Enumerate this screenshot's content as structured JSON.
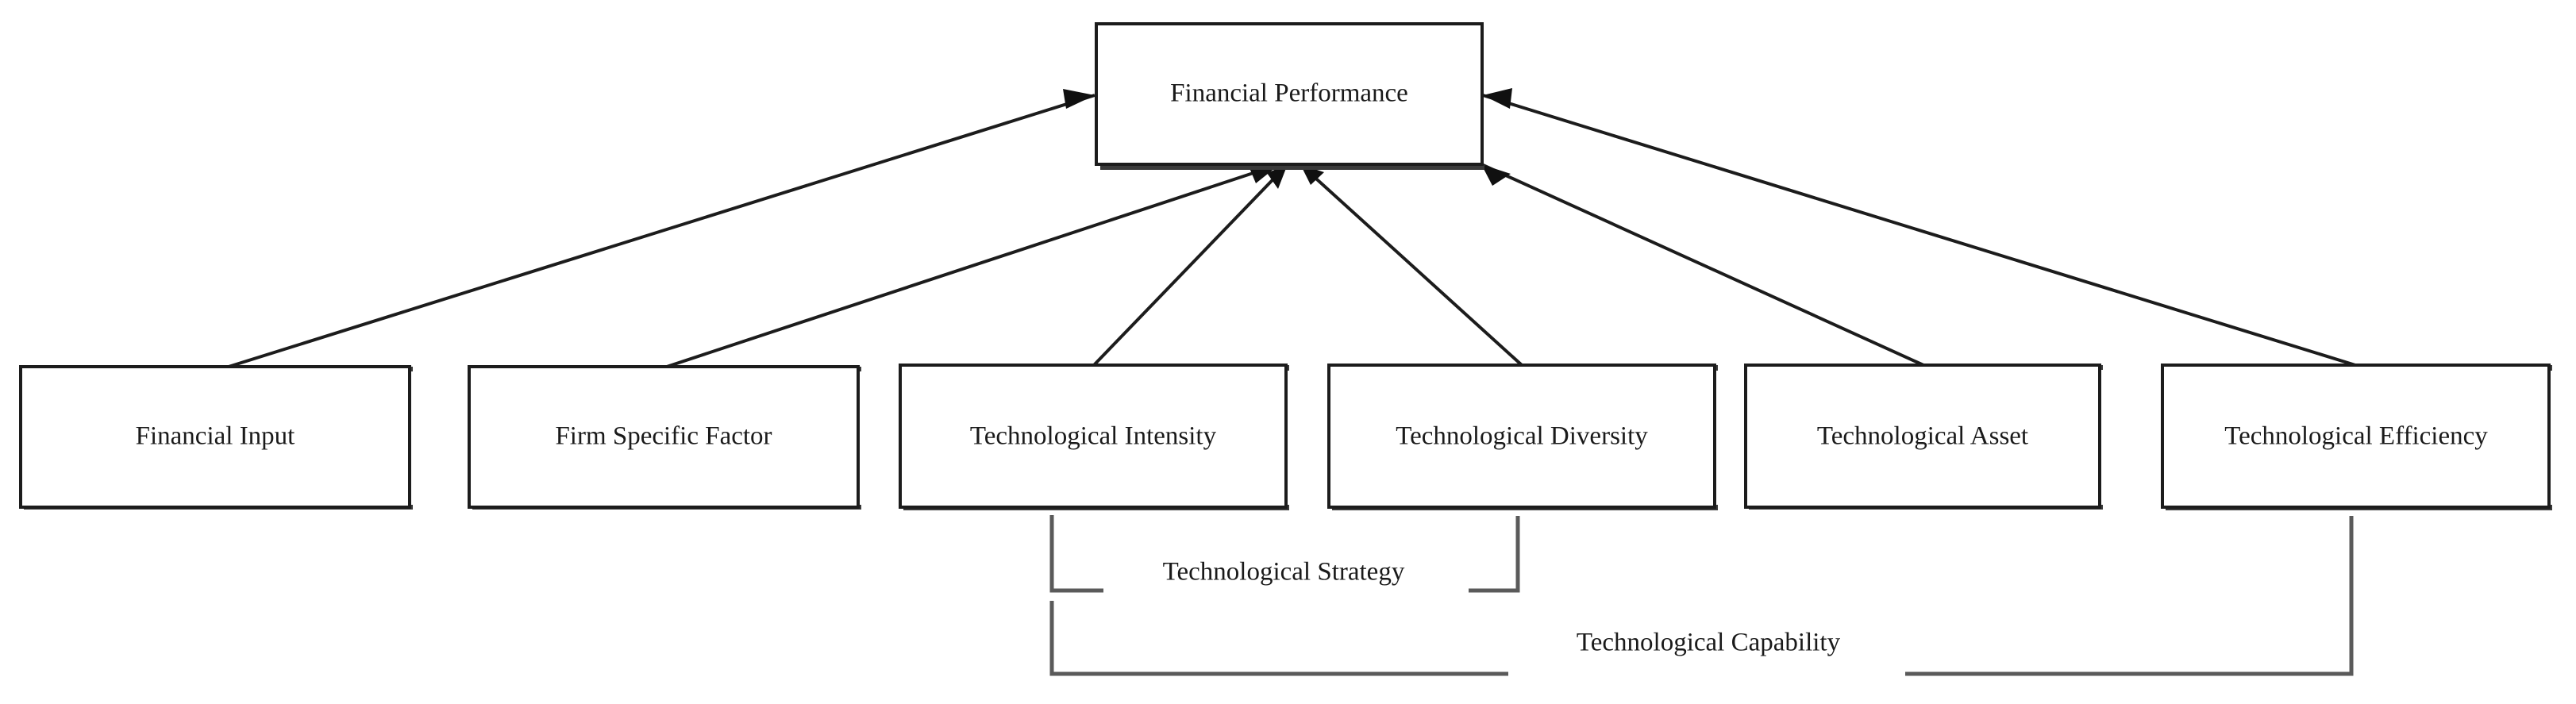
{
  "diagram": {
    "type": "conceptual-framework",
    "background_color": "#ffffff",
    "line_color": "#1c1c1c",
    "bracket_color": "#5a5a5a",
    "text_color": "#1a1a1a",
    "outcome": {
      "label": "Financial Performance"
    },
    "antecedents": [
      {
        "id": "financial-input",
        "label": "Financial Input"
      },
      {
        "id": "firm-specific-factor",
        "label": "Firm Specific Factor"
      },
      {
        "id": "technological-intensity",
        "label": "Technological Intensity"
      },
      {
        "id": "technological-diversity",
        "label": "Technological Diversity"
      },
      {
        "id": "technological-asset",
        "label": "Technological Asset"
      },
      {
        "id": "technological-efficiency",
        "label": "Technological Efficiency"
      }
    ],
    "groupings": [
      {
        "id": "technological-strategy",
        "label": "Technological Strategy",
        "members": [
          "Technological Intensity",
          "Technological Diversity"
        ]
      },
      {
        "id": "technological-capability",
        "label": "Technological Capability",
        "members": [
          "Technological Intensity",
          "Technological Diversity",
          "Technological Asset",
          "Technological Efficiency"
        ]
      }
    ],
    "relations": [
      {
        "from": "Financial Input",
        "to": "Financial Performance",
        "arrow": "to"
      },
      {
        "from": "Firm Specific Factor",
        "to": "Financial Performance",
        "arrow": "to"
      },
      {
        "from": "Technological Intensity",
        "to": "Financial Performance",
        "arrow": "to"
      },
      {
        "from": "Technological Diversity",
        "to": "Financial Performance",
        "arrow": "to"
      },
      {
        "from": "Technological Asset",
        "to": "Financial Performance",
        "arrow": "to"
      },
      {
        "from": "Technological Efficiency",
        "to": "Financial Performance",
        "arrow": "to"
      }
    ]
  }
}
